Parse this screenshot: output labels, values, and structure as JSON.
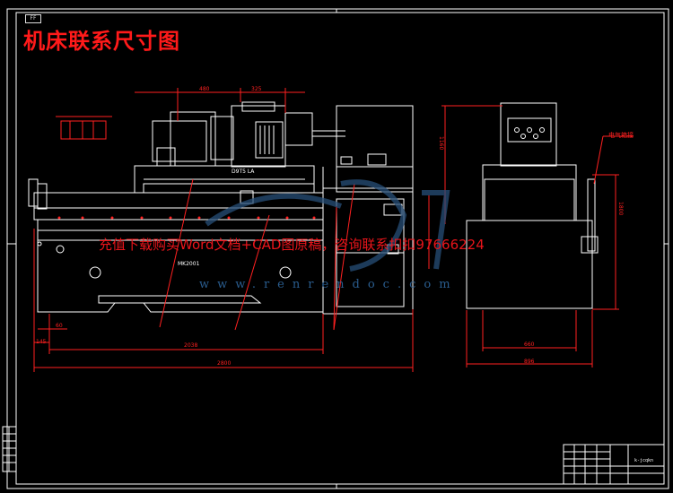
{
  "drawing": {
    "title": "机床联系尺寸图",
    "corner_stamp": "FF",
    "labels": {
      "electrical_box": "电气箱接",
      "total_length": "2800",
      "bed_length": "2038",
      "left_offset": "145",
      "total_width": "896",
      "base_width": "660",
      "height_total": "1800",
      "height_upper": "1160",
      "top_dim_a": "480",
      "top_dim_b": "325",
      "dim_60": "60",
      "head_code": "D9T5 LA",
      "bed_code": "MK2001",
      "drawing_code": "k-jcqkn"
    }
  },
  "watermark": {
    "text": "充值下载购买Word文档+CAD图原稿，咨询联系扣扣97666224",
    "url": "www.renrendoc.com"
  },
  "colors": {
    "background": "#000000",
    "lines": "#ffffff",
    "dimension": "#ff2020",
    "title": "#ff1a1a",
    "watermark_blue": "#2a5d8f"
  }
}
